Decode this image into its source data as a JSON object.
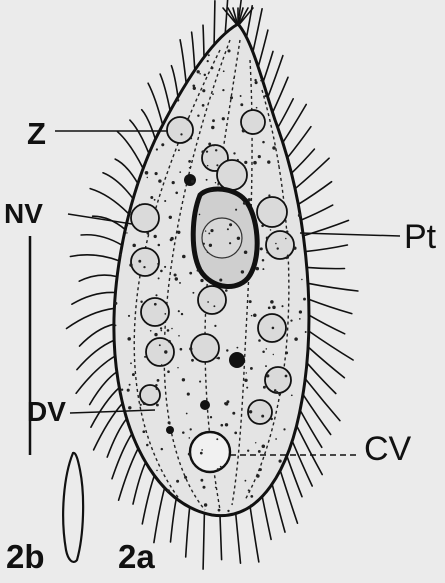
{
  "labels": {
    "z": "Z",
    "nv": "NV",
    "pt": "Pt",
    "dv": "DV",
    "cv": "CV",
    "fig_2b": "2b",
    "fig_2a": "2a"
  },
  "colors": {
    "background": "#ebebeb",
    "ink": "#111111",
    "cell_fill": "#e4e4e4",
    "vacuole_fill": "#dadada"
  }
}
